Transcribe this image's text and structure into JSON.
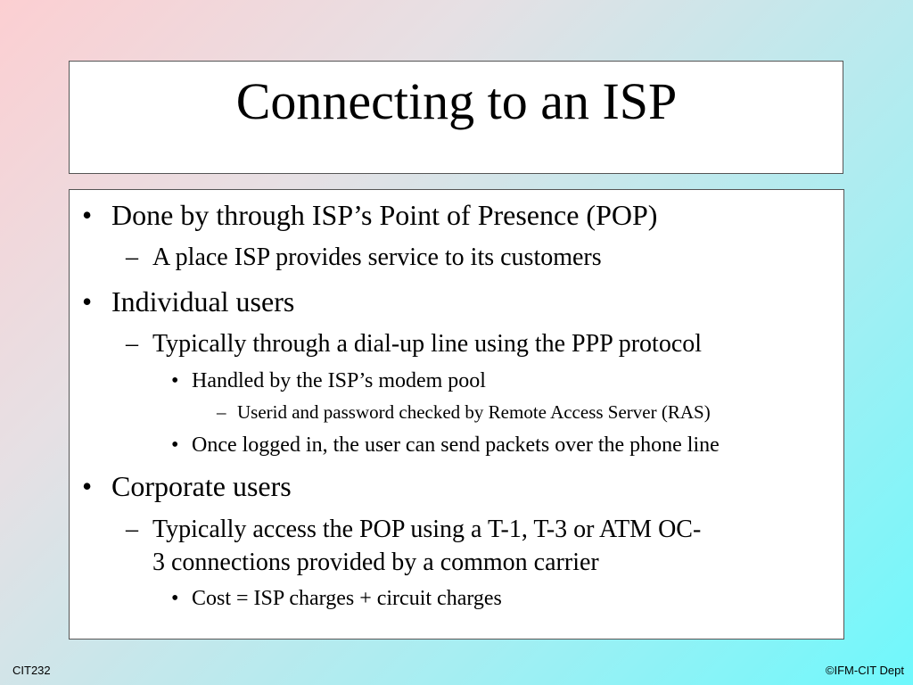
{
  "slide": {
    "title": "Connecting to an ISP",
    "bullets": [
      {
        "marker": "•",
        "text": "Done by through ISP’s Point of Presence (POP)"
      },
      {
        "marker": "–",
        "text": "A place ISP provides service to its customers"
      },
      {
        "marker": "•",
        "text": "Individual users"
      },
      {
        "marker": "–",
        "text": "Typically through a dial-up line using the PPP protocol"
      },
      {
        "marker": "•",
        "text": "Handled by the ISP’s modem pool"
      },
      {
        "marker": "–",
        "text": "Userid and password checked by Remote Access Server (RAS)"
      },
      {
        "marker": "•",
        "text": "Once logged in, the user can send packets over the phone line"
      },
      {
        "marker": "•",
        "text": "Corporate users"
      },
      {
        "marker": "–",
        "text": "Typically access the POP using a T-1, T-3 or ATM OC-"
      },
      {
        "marker": "",
        "text": "3 connections provided by a common carrier"
      },
      {
        "marker": "•",
        "text": "Cost = ISP charges + circuit charges"
      }
    ]
  },
  "footer": {
    "left": "CIT232",
    "right": "©IFM-CIT Dept"
  }
}
